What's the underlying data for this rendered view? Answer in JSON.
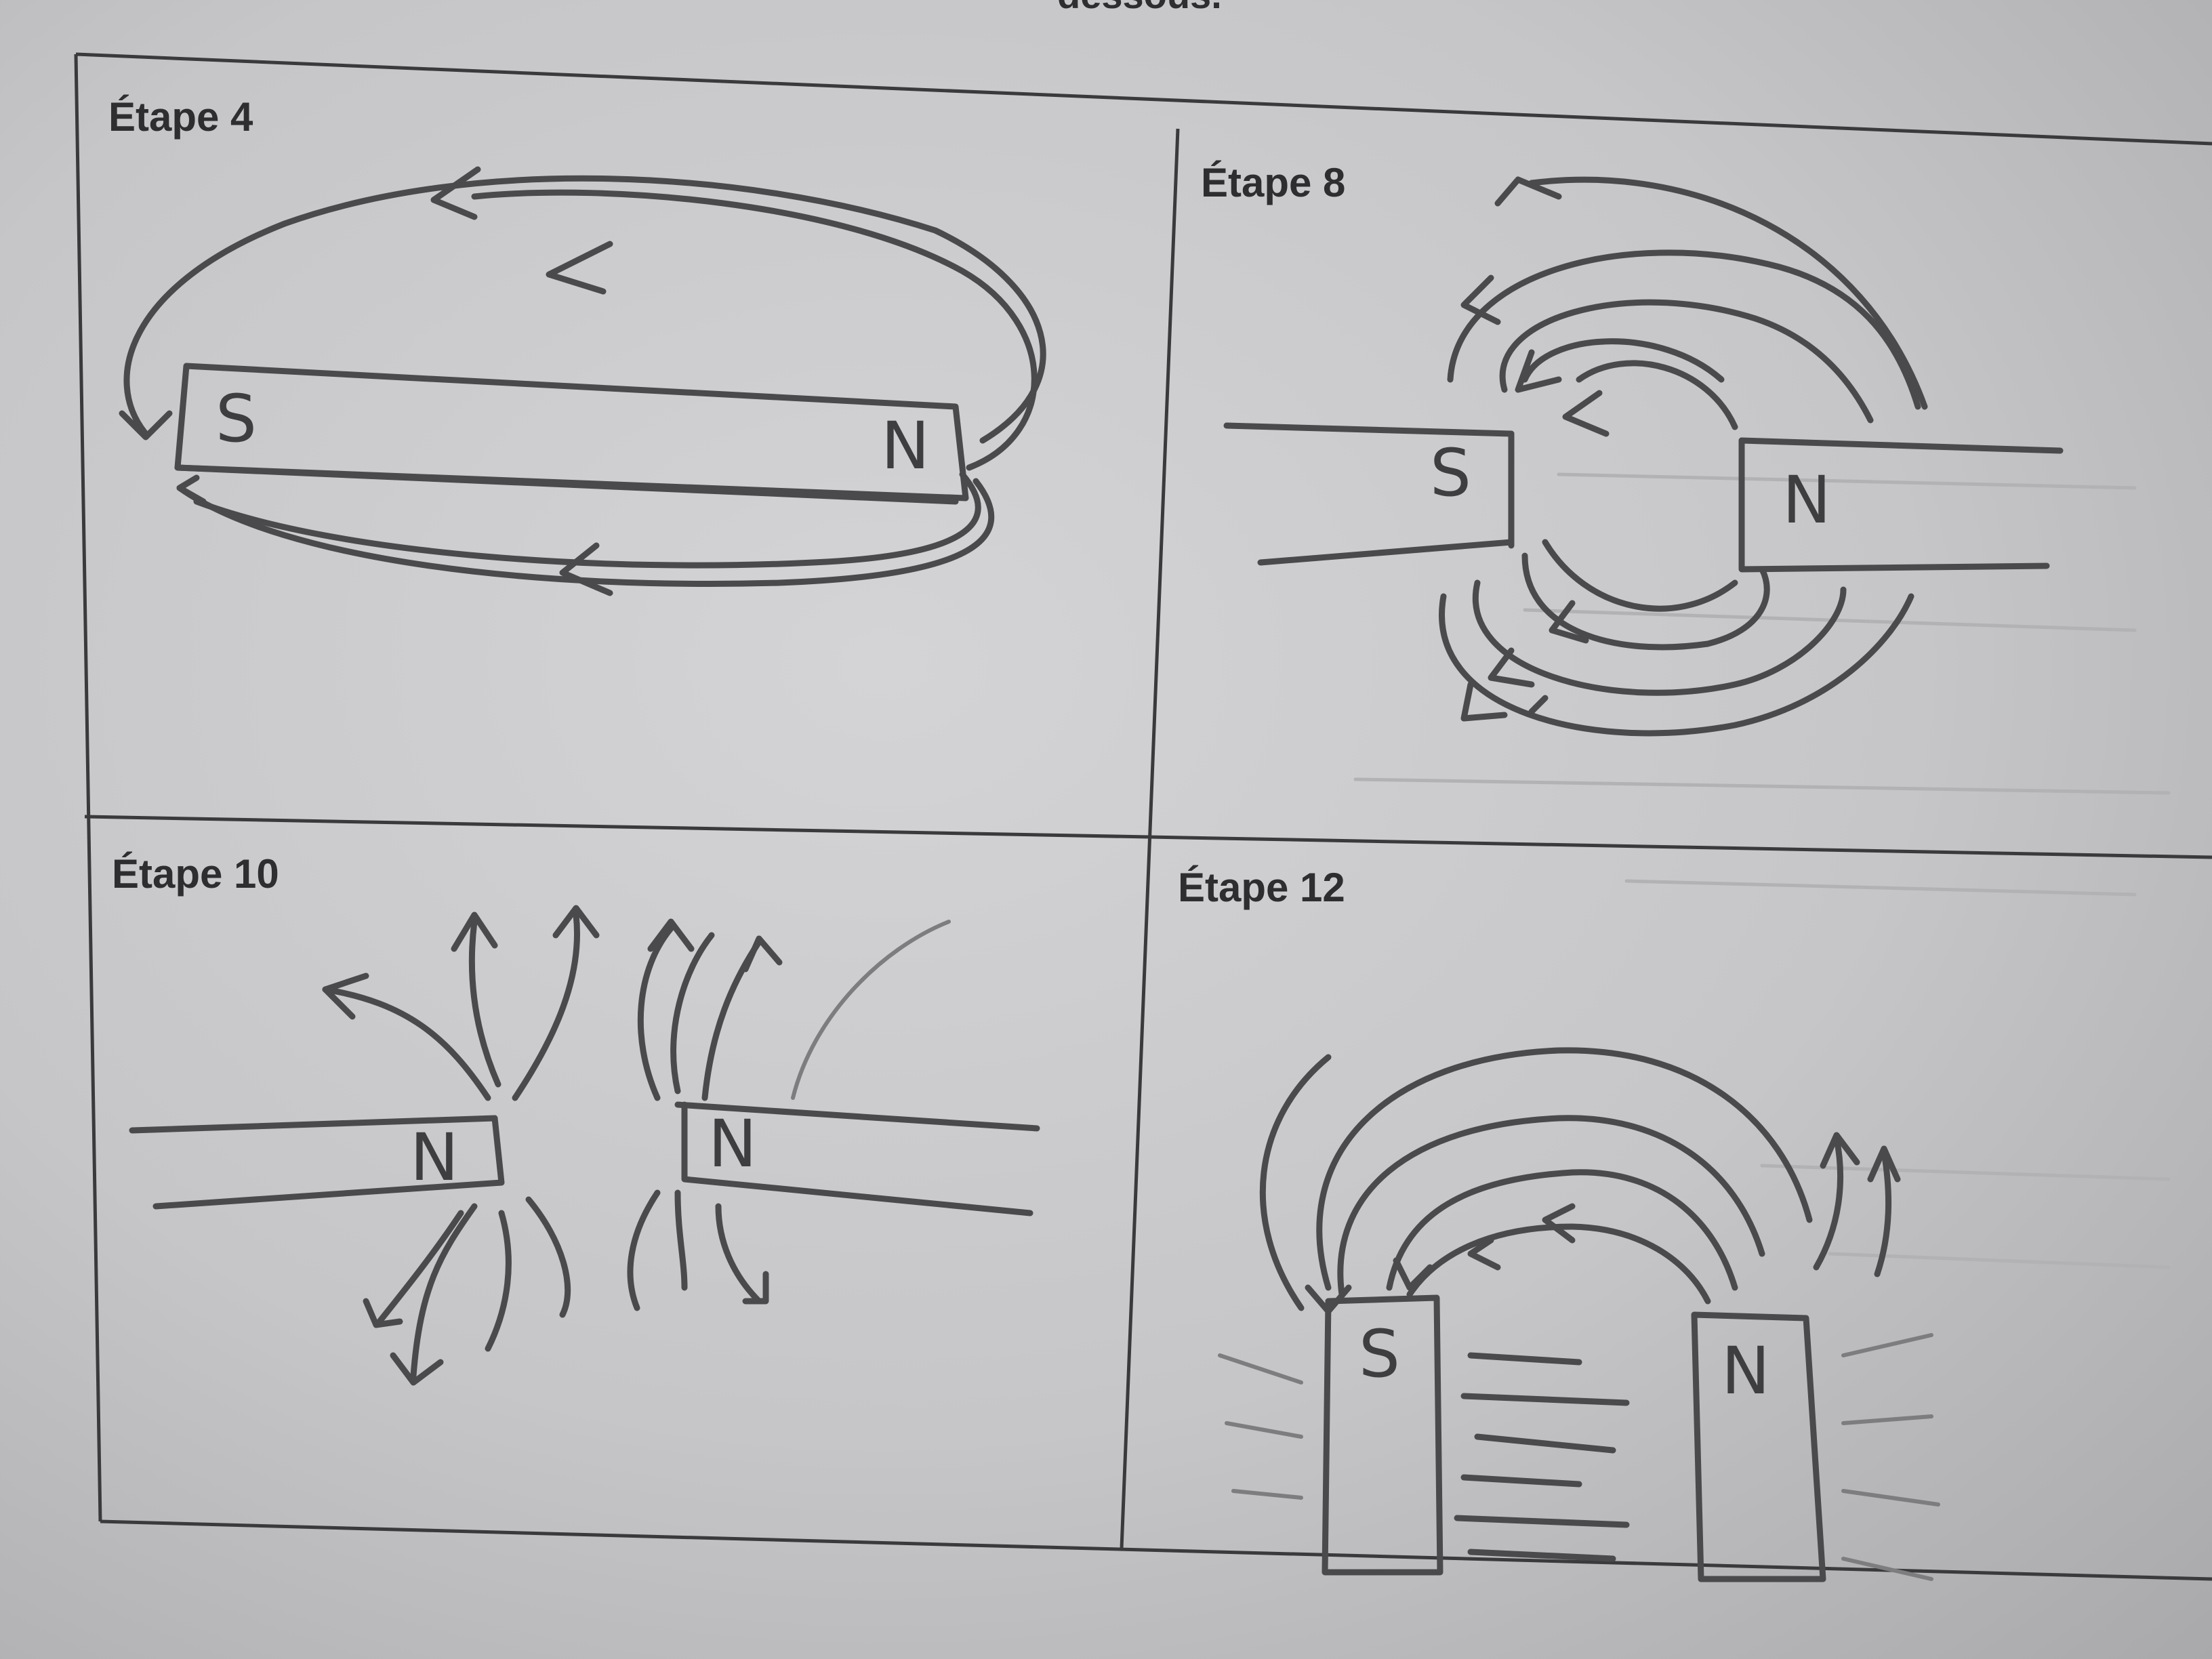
{
  "header_fragment": "dessous.",
  "panels": [
    {
      "label": "Étape 4",
      "poles": [
        "S",
        "N"
      ]
    },
    {
      "label": "Étape 8",
      "poles": [
        "S",
        "N"
      ]
    },
    {
      "label": "Étape 10",
      "poles": [
        "N",
        "N"
      ]
    },
    {
      "label": "Étape 12",
      "poles": [
        "S",
        "N"
      ]
    }
  ],
  "colors": {
    "pencil": "#4a4a4c",
    "paper": "#c6c6c8",
    "frame": "#3a3a3c"
  }
}
